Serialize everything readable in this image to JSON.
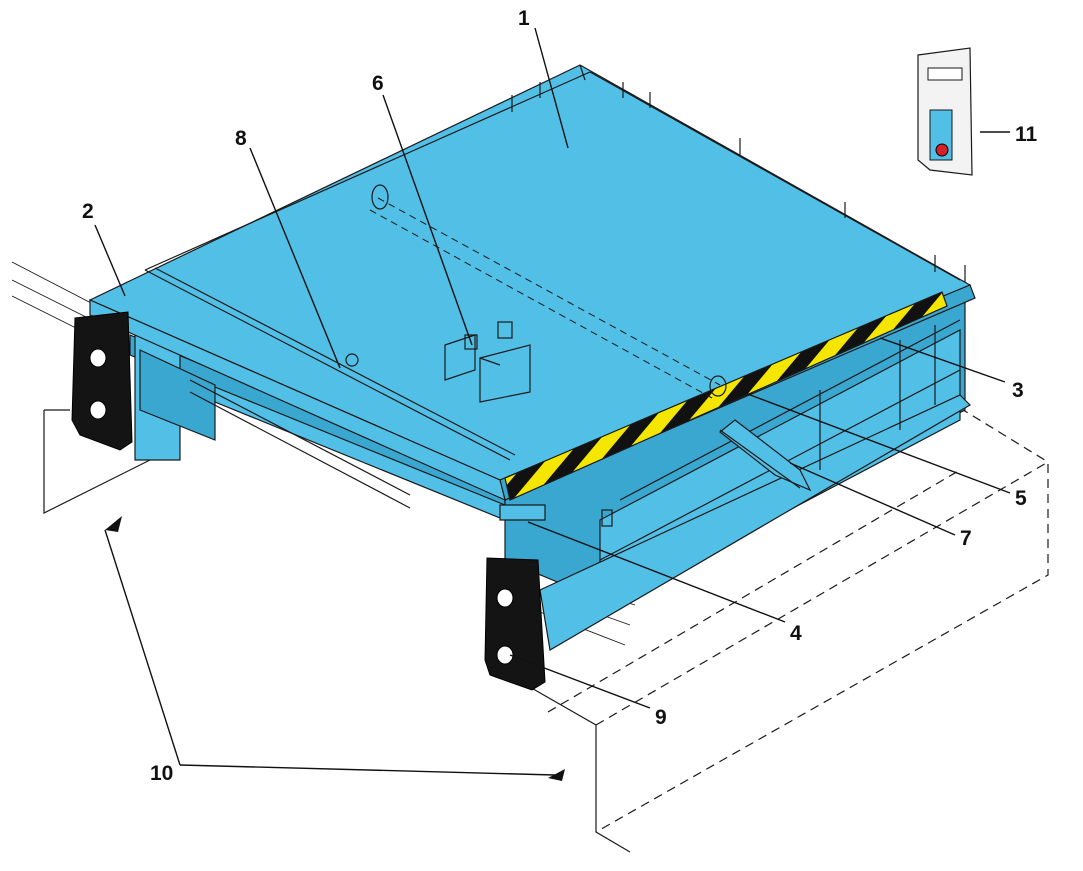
{
  "colors": {
    "platform": "#52bfe6",
    "platform_shadow": "#3aa7d0",
    "hazard_yellow": "#f5e600",
    "hazard_black": "#111111",
    "bumper": "#141414",
    "switch_red": "#d6202a"
  },
  "callouts": [
    {
      "id": "c1",
      "label": "1"
    },
    {
      "id": "c2",
      "label": "2"
    },
    {
      "id": "c3",
      "label": "3"
    },
    {
      "id": "c4",
      "label": "4"
    },
    {
      "id": "c5",
      "label": "5"
    },
    {
      "id": "c6",
      "label": "6"
    },
    {
      "id": "c7",
      "label": "7"
    },
    {
      "id": "c8",
      "label": "8"
    },
    {
      "id": "c9",
      "label": "9"
    },
    {
      "id": "c10",
      "label": "10"
    },
    {
      "id": "c11",
      "label": "11"
    }
  ]
}
